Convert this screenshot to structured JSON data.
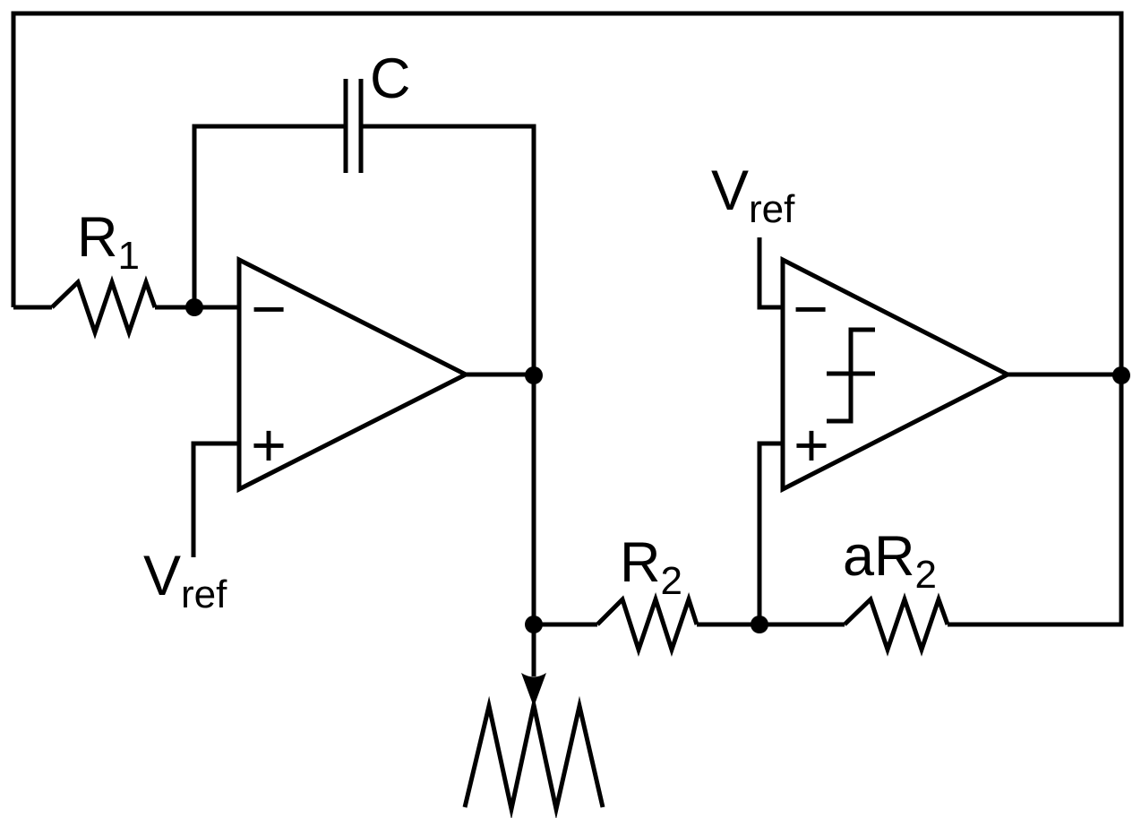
{
  "figure": {
    "kind": "analog circuit schematic",
    "description": "integrator op-amp with RC feedback driving a hysteresis comparator, triangle-wave output",
    "background_color": "#ffffff",
    "line_color": "#000000"
  },
  "labels": {
    "r1": {
      "main": "R",
      "sub": "1"
    },
    "c": {
      "main": "C"
    },
    "vref_integrator": {
      "main": "V",
      "sub": "ref"
    },
    "vref_comparator": {
      "main": "V",
      "sub": "ref"
    },
    "r2": {
      "main": "R",
      "sub": "2"
    },
    "ar2": {
      "main": "aR",
      "sub": "2"
    },
    "opamp_integrator": {
      "inverting_input": "−",
      "noninverting_input": "+"
    },
    "opamp_comparator": {
      "inverting_input": "−",
      "noninverting_input": "+"
    }
  }
}
